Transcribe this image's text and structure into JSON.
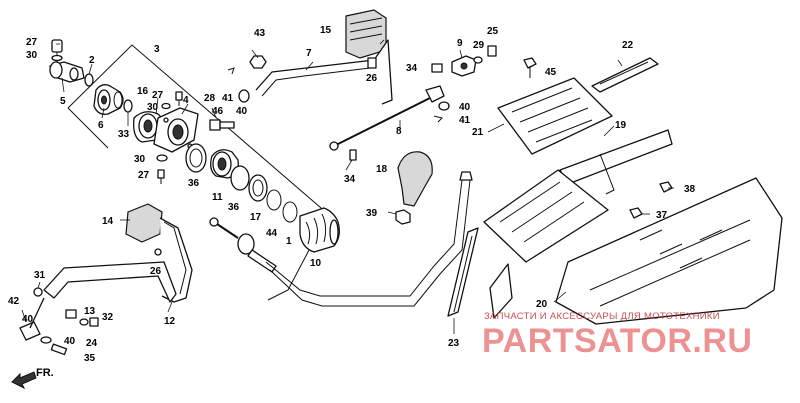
{
  "diagram": {
    "labels": {
      "p1": "1",
      "p2": "2",
      "p3": "3",
      "p4": "4",
      "p5": "5",
      "p6": "6",
      "p7": "7",
      "p8": "8",
      "p9": "9",
      "p10": "10",
      "p11": "11",
      "p12": "12",
      "p13": "13",
      "p14": "14",
      "p15": "15",
      "p16": "16",
      "p17": "17",
      "p18": "18",
      "p19": "19",
      "p20": "20",
      "p21": "21",
      "p22": "22",
      "p23": "23",
      "p24": "24",
      "p25": "25",
      "p26a": "26",
      "p26b": "26",
      "p27a": "27",
      "p27b": "27",
      "p27c": "27",
      "p28": "28",
      "p29": "29",
      "p30a": "30",
      "p30b": "30",
      "p30c": "30",
      "p31": "31",
      "p32": "32",
      "p33": "33",
      "p34a": "34",
      "p34b": "34",
      "p35": "35",
      "p36a": "36",
      "p36b": "36",
      "p37": "37",
      "p38": "38",
      "p39": "39",
      "p40a": "40",
      "p40b": "40",
      "p40c": "40",
      "p41a": "41",
      "p41b": "41",
      "p42": "42",
      "p43": "43",
      "p44": "44",
      "p45": "45",
      "p46": "46"
    },
    "direction_marker": "FR.",
    "watermark": {
      "top_text": "ЗАПЧАСТИ И АКСЕССУАРЫ ДЛЯ МОТОТЕХНИКИ",
      "brand_text": "PARTSATOR.RU"
    }
  }
}
